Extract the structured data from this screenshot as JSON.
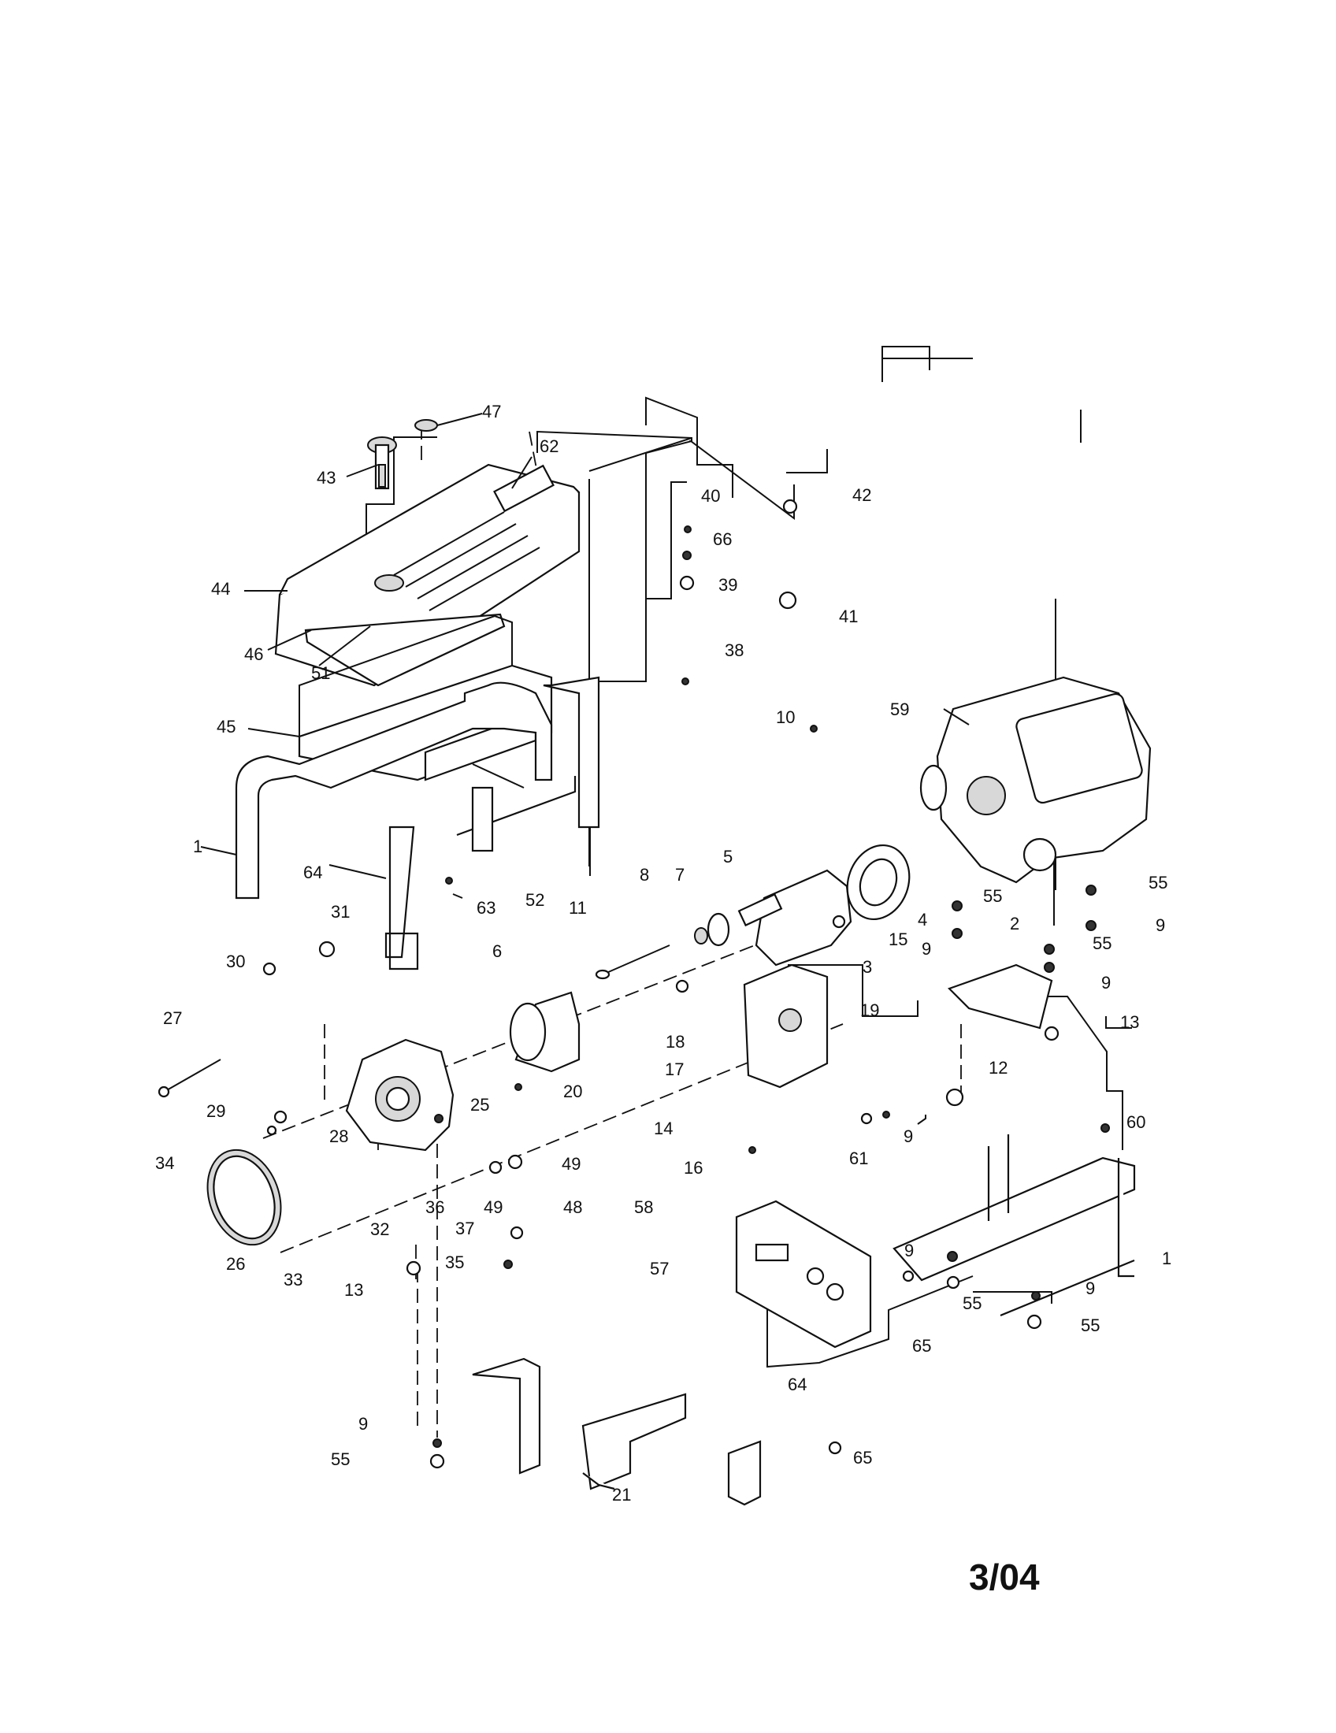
{
  "diagram": {
    "callouts": [
      "47",
      "43",
      "62",
      "40",
      "42",
      "66",
      "39",
      "41",
      "44",
      "46",
      "51",
      "38",
      "45",
      "10",
      "59",
      "1",
      "52",
      "55",
      "9",
      "5",
      "64",
      "63",
      "8",
      "7",
      "4",
      "11",
      "15",
      "31",
      "55",
      "9",
      "2",
      "55",
      "9",
      "30",
      "6",
      "3",
      "18",
      "19",
      "13",
      "27",
      "17",
      "20",
      "25",
      "12",
      "60",
      "29",
      "28",
      "14",
      "9",
      "61",
      "34",
      "49",
      "36",
      "49",
      "16",
      "48",
      "58",
      "32",
      "37",
      "26",
      "33",
      "35",
      "57",
      "9",
      "1",
      "13",
      "55",
      "9",
      "65",
      "55",
      "64",
      "9",
      "65",
      "55",
      "21"
    ],
    "date_code": "3/04"
  }
}
